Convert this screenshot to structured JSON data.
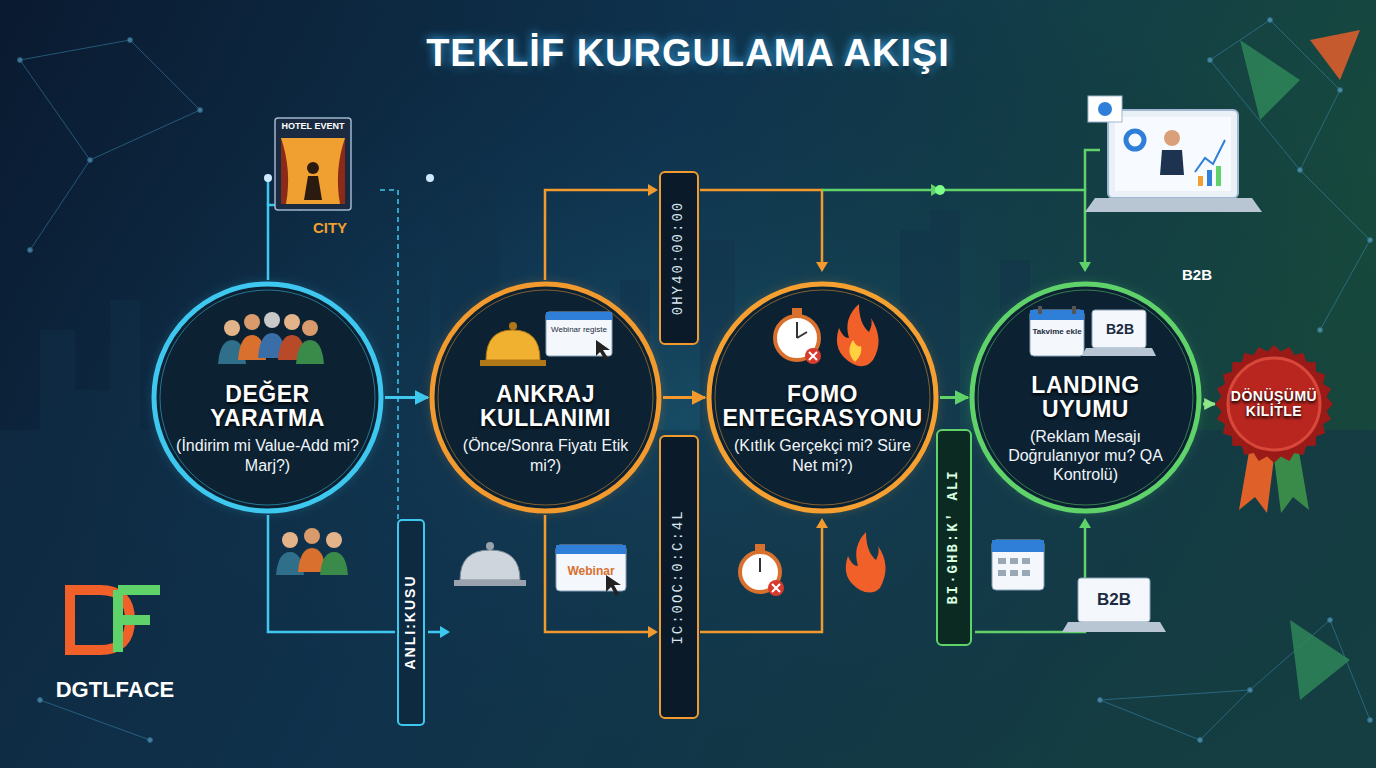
{
  "diagram": {
    "title": "TEKLİF KURGULAMA AKIŞI",
    "nodes": [
      {
        "text": [
          "DEĞER YARATMA",
          "(İndirim mi Value-Add mi? Marj?)"
        ]
      },
      {
        "text": [
          "ANKRAJ KULLANIMI",
          "(Önce/Sonra Fiyatı Etik mi?)"
        ]
      },
      {
        "text": [
          "FOMO ENTEGRASYONU",
          "(Kıtlık Gerçekçi mi? Süre Net mi?)"
        ]
      },
      {
        "text": [
          "LANDING UYUMU",
          "(Reklam Mesajı Doğrulanıyor mu? QA Kontrolü)"
        ]
      },
      {
        "text": [
          "DÖNÜŞÜMÜ KİLİTLE"
        ]
      }
    ],
    "edges": [
      {
        "from": 0,
        "to": 1,
        "arrow": "to"
      },
      {
        "from": 1,
        "to": 2,
        "arrow": "to"
      },
      {
        "from": 2,
        "to": 3,
        "arrow": "to"
      },
      {
        "from": 3,
        "to": 4,
        "arrow": "to"
      }
    ],
    "labels": [
      "HOTEL EVENT",
      "CITY",
      "0HY40:00:00",
      "B2B",
      "Webinar registe",
      "Takvime ekle",
      "B2B",
      "ANLI:KUSU",
      "IC:0OC:0:C:4L",
      "BI·GHB:K' ALI",
      "Webinar",
      "B2B",
      "DGTLFACE"
    ]
  }
}
